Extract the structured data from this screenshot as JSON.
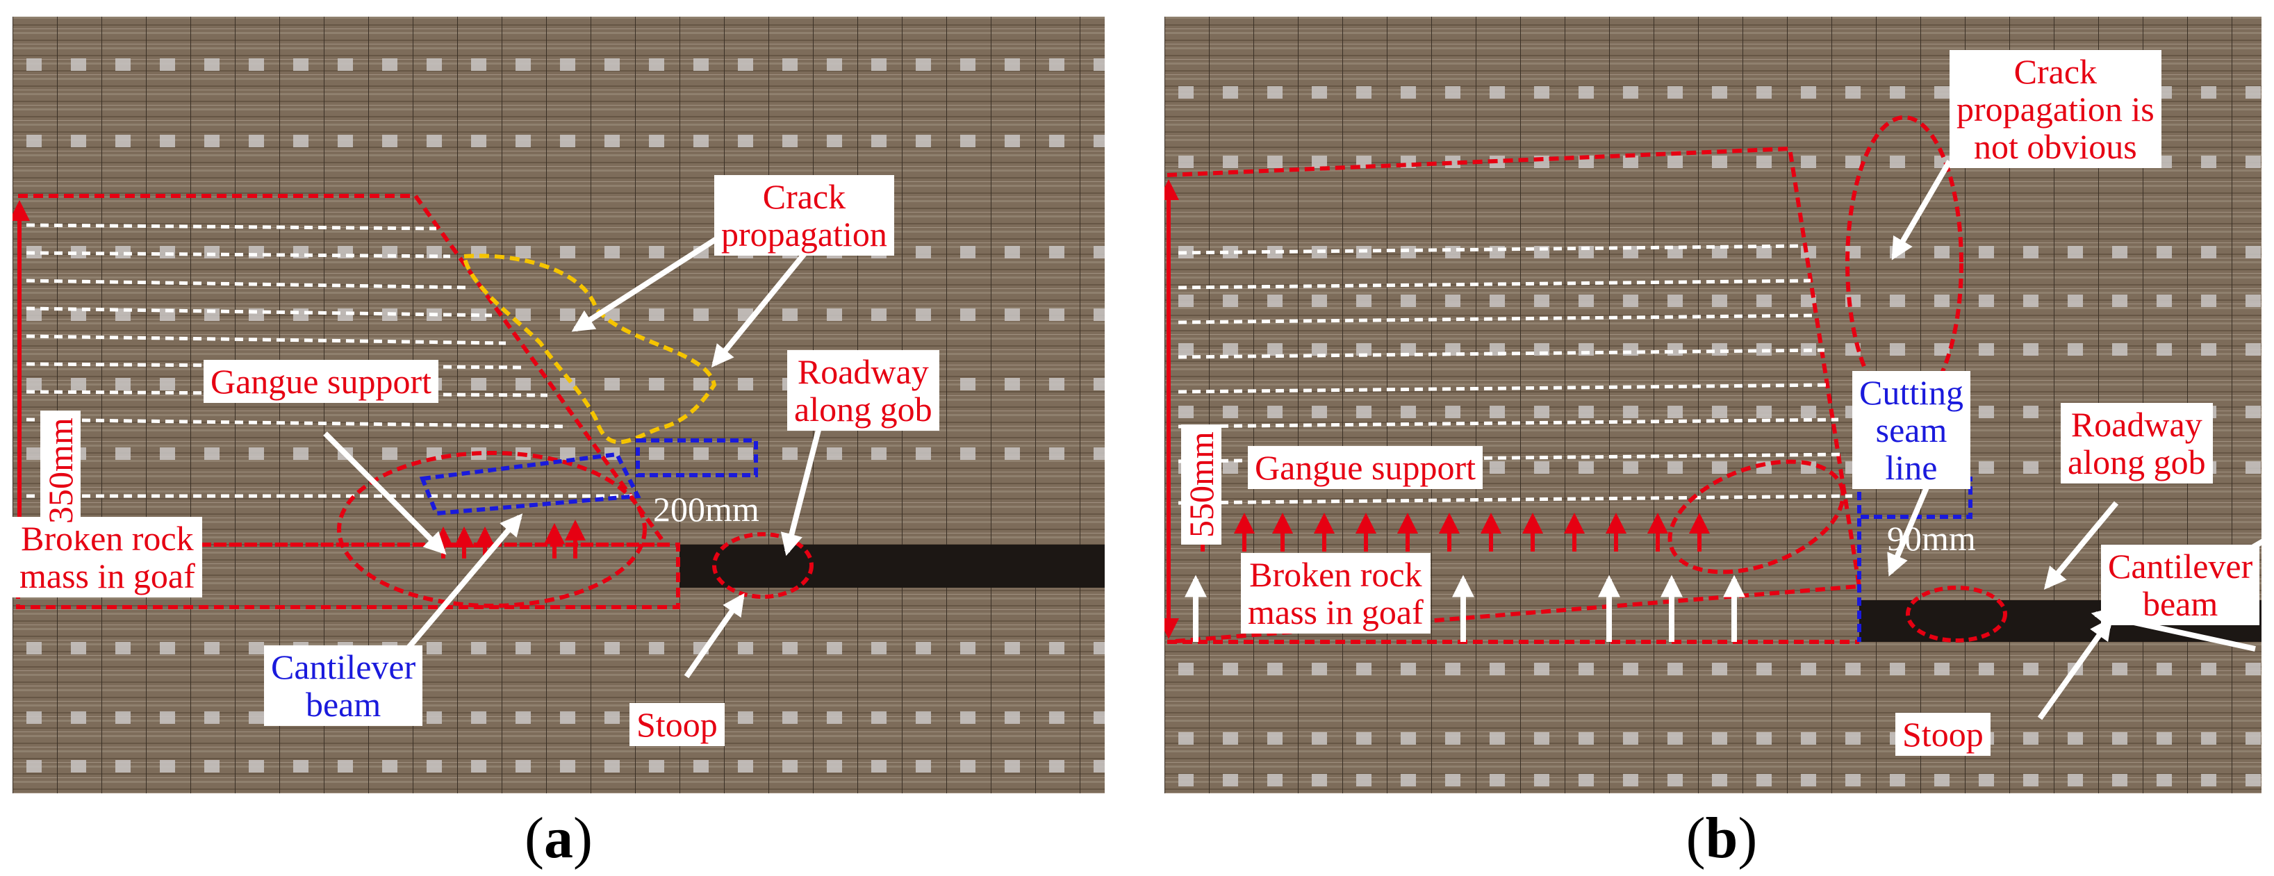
{
  "panels": [
    {
      "id": "a",
      "caption_letter": "a",
      "labels": {
        "crack": "Crack\npropagation",
        "gangue": "Gangue support",
        "roadway": "Roadway\nalong gob",
        "broken": "Broken rock\nmass in goaf",
        "cantilever": "Cantilever\nbeam",
        "stoop": "Stoop",
        "width": "200mm",
        "height": "350mm"
      }
    },
    {
      "id": "b",
      "caption_letter": "b",
      "labels": {
        "crack": "Crack\npropagation is\nnot obvious",
        "cutting": "Cutting\nseam\nline",
        "roadway": "Roadway\nalong gob",
        "gangue": "Gangue support",
        "broken": "Broken rock\nmass in goaf",
        "width": "90mm",
        "cantilever": "Cantilever\nbeam",
        "stoop": "Stoop",
        "height": "550mm"
      }
    }
  ],
  "colors": {
    "annotation_red": "#e60012",
    "annotation_blue": "#1a1adc",
    "annotation_yellow": "#f5c400",
    "rock": "#7a6a58"
  }
}
